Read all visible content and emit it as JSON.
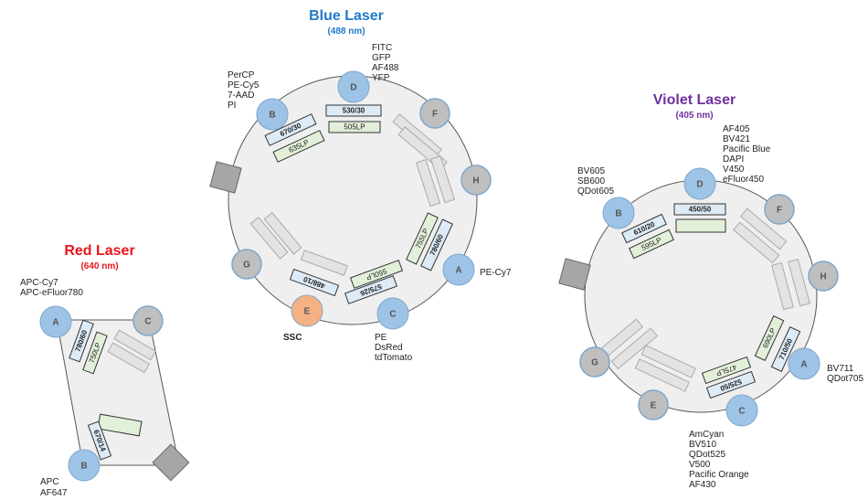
{
  "blue": {
    "title": "Blue Laser",
    "nm": "(488 nm)",
    "color": "#1f7ac8",
    "detectors": {
      "A": {
        "letter": "A",
        "filter": "780/60",
        "lp": "755LP",
        "dyes": [
          "PE-Cy7"
        ]
      },
      "B": {
        "letter": "B",
        "filter": "670/30",
        "lp": "635LP",
        "dyes": [
          "PerCP",
          "PE-Cy5",
          "7-AAD",
          "PI"
        ]
      },
      "C": {
        "letter": "C",
        "filter": "575/26",
        "lp": "550LP",
        "dyes": [
          "PE",
          "DsRed",
          "tdTomato"
        ]
      },
      "D": {
        "letter": "D",
        "filter": "530/30",
        "lp": "505LP",
        "dyes": [
          "FITC",
          "GFP",
          "AF488",
          "YFP"
        ]
      },
      "E": {
        "letter": "E",
        "filter": "488/10",
        "lp": "",
        "dyes": [
          "SSC"
        ]
      },
      "F": {
        "letter": "F"
      },
      "G": {
        "letter": "G"
      },
      "H": {
        "letter": "H"
      }
    }
  },
  "red": {
    "title": "Red Laser",
    "nm": "(640 nm)",
    "color": "#e8151b",
    "detectors": {
      "A": {
        "letter": "A",
        "filter": "780/60",
        "lp": "750LP",
        "dyes": [
          "APC-Cy7",
          "APC-eFluor780"
        ]
      },
      "B": {
        "letter": "B",
        "filter": "670/14",
        "lp": "",
        "dyes": [
          "APC",
          "AF647"
        ]
      },
      "C": {
        "letter": "C"
      }
    }
  },
  "violet": {
    "title": "Violet Laser",
    "nm": "(405 nm)",
    "color": "#7030a0",
    "detectors": {
      "A": {
        "letter": "A",
        "filter": "710/50",
        "lp": "690LP",
        "dyes": [
          "BV711",
          "QDot705"
        ]
      },
      "B": {
        "letter": "B",
        "filter": "610/20",
        "lp": "595LP",
        "dyes": [
          "BV605",
          "SB600",
          "QDot605"
        ]
      },
      "C": {
        "letter": "C",
        "filter": "525/50",
        "lp": "475LP",
        "dyes": [
          "AmCyan",
          "BV510",
          "QDot525",
          "V500",
          "Pacific Orange",
          "AF430"
        ]
      },
      "D": {
        "letter": "D",
        "filter": "450/50",
        "lp": "",
        "dyes": [
          "AF405",
          "BV421",
          "Pacific Blue",
          "DAPI",
          "V450",
          "eFluor450"
        ]
      },
      "E": {
        "letter": "E"
      },
      "F": {
        "letter": "F"
      },
      "G": {
        "letter": "G"
      },
      "H": {
        "letter": "H"
      }
    }
  },
  "colors": {
    "detector_blue": "#9dc3e6",
    "detector_gray": "#bfbfbf",
    "detector_orange": "#f4b183",
    "filter_bp": "#ddebf7",
    "filter_lp": "#e2f0d9",
    "empty_slot": "#e3e3e3",
    "housing": "#efefef"
  }
}
